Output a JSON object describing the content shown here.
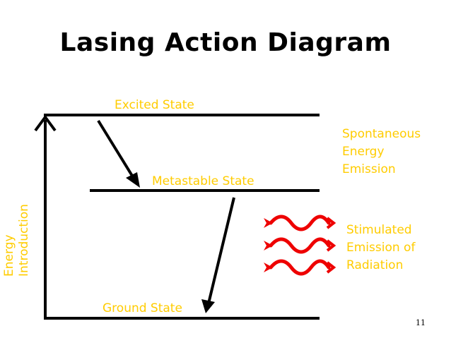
{
  "title": "Lasing Action Diagram",
  "states": {
    "excited": "Excited State",
    "metastable": "Metastable State",
    "ground": "Ground State"
  },
  "energy_axis": {
    "line1": "Energy",
    "line2": "Introduction"
  },
  "spontaneous": [
    "Spontaneous",
    "Energy",
    "Emission"
  ],
  "stimulated": [
    "Stimulated",
    "Emission of",
    "Radiation"
  ],
  "page_number": "11",
  "colors": {
    "label": "#ffcc00",
    "wave": "#ee0000",
    "line": "#000000"
  }
}
